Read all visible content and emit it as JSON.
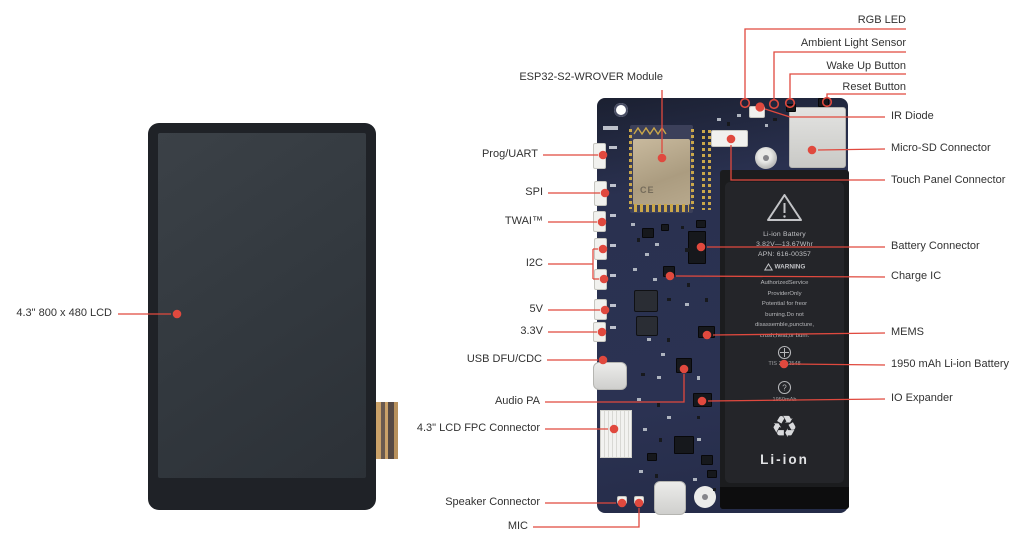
{
  "diagram": {
    "lcd": {
      "label": "4.3\" 800 x 480 LCD"
    },
    "board": {
      "module_mark": "CE"
    },
    "callouts": {
      "esp_module": "ESP32-S2-WROVER Module",
      "prog_uart": "Prog/UART",
      "spi": "SPI",
      "twai": "TWAI™",
      "i2c": "I2C",
      "v5": "5V",
      "v3_3": "3.3V",
      "usb_dfu": "USB DFU/CDC",
      "audio_pa": "Audio PA",
      "lcd_fpc": "4.3\" LCD FPC Connector",
      "speaker": "Speaker Connector",
      "mic": "MIC",
      "rgb_led": "RGB LED",
      "ambient": "Ambient Light Sensor",
      "wake": "Wake Up Button",
      "reset": "Reset Button",
      "ir_diode": "IR Diode",
      "micro_sd": "Micro-SD Connector",
      "touch_panel": "Touch Panel Connector",
      "battery_conn": "Battery Connector",
      "charge_ic": "Charge IC",
      "mems": "MEMS",
      "battery_1950": "1950 mAh Li-ion Battery",
      "io_expander": "IO Expander"
    },
    "battery_label": {
      "name": "Li-ion Battery",
      "spec": "3.82V—13.67Whr",
      "apn": "APN: 616-00357",
      "warning_title": "WARNING",
      "warning_lines": [
        "AuthorizedService",
        "ProviderOnly",
        "Potential for freor",
        "burning.Do not",
        "disassemble,puncture,",
        "crush,heat,or burn."
      ],
      "tis": "TIS 22 -2548",
      "capacity": "1950mAh",
      "chem": "Li-ion"
    },
    "colors": {
      "callout": "#e0493e",
      "pcb": "#2b3252"
    }
  }
}
